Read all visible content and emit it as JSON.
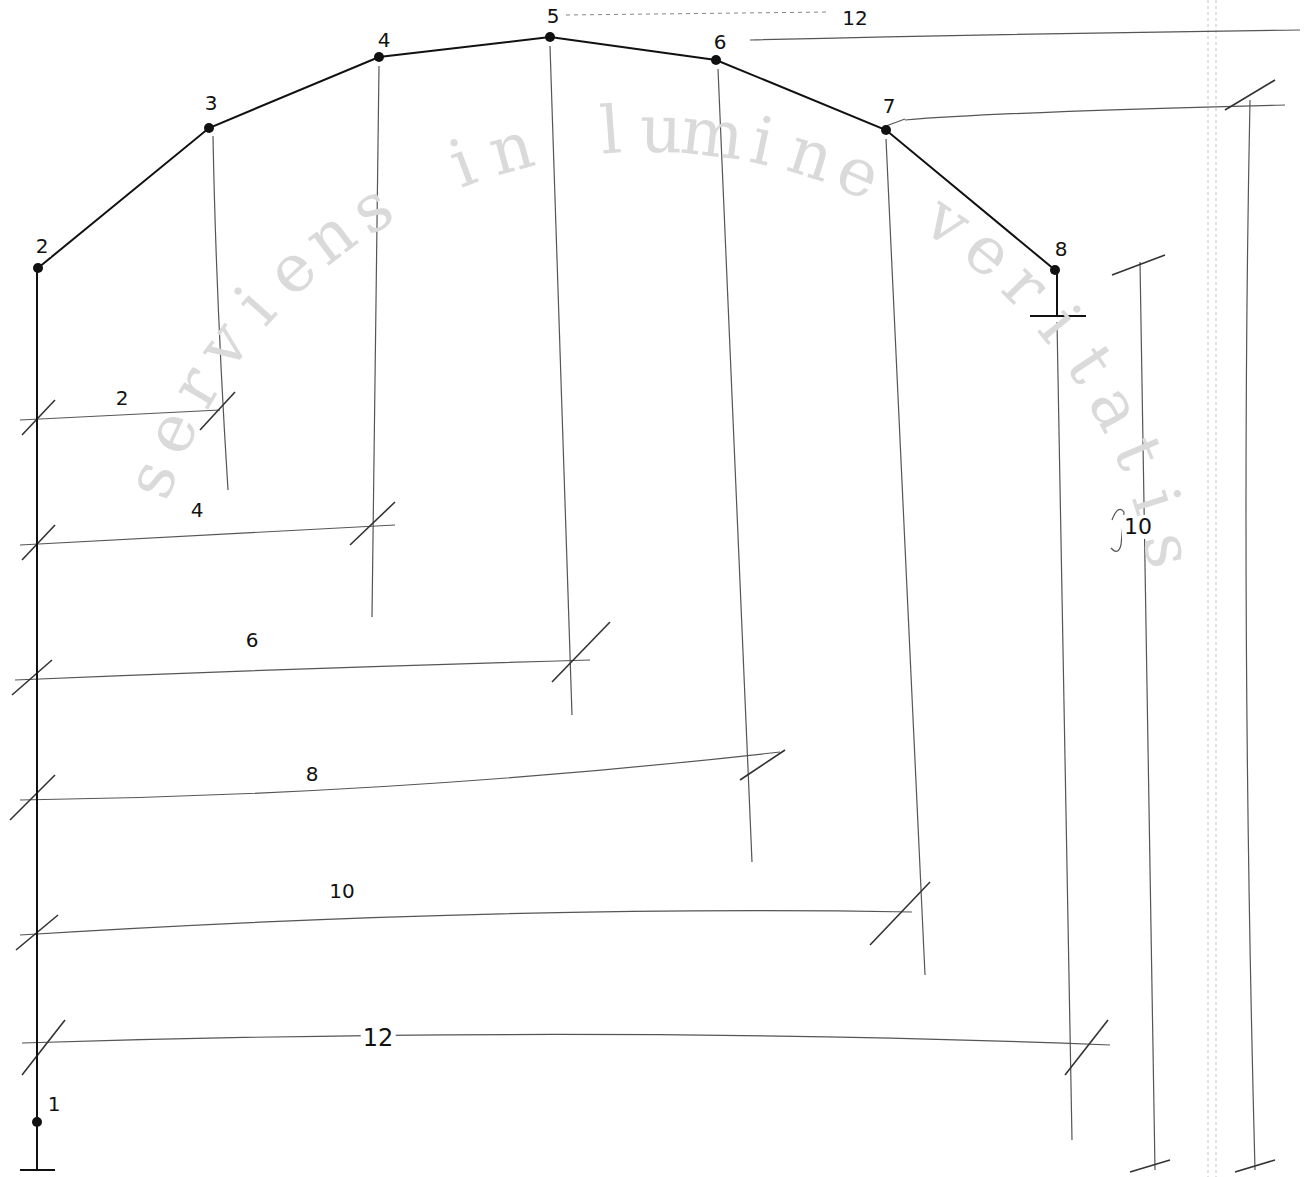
{
  "diagram": {
    "labels": [
      "1",
      "2",
      "3",
      "4",
      "5",
      "6",
      "7",
      "8",
      "2",
      "4",
      "6",
      "8",
      "10",
      "12",
      "12",
      "10",
      "serviens in lumine veritatis"
    ]
  }
}
